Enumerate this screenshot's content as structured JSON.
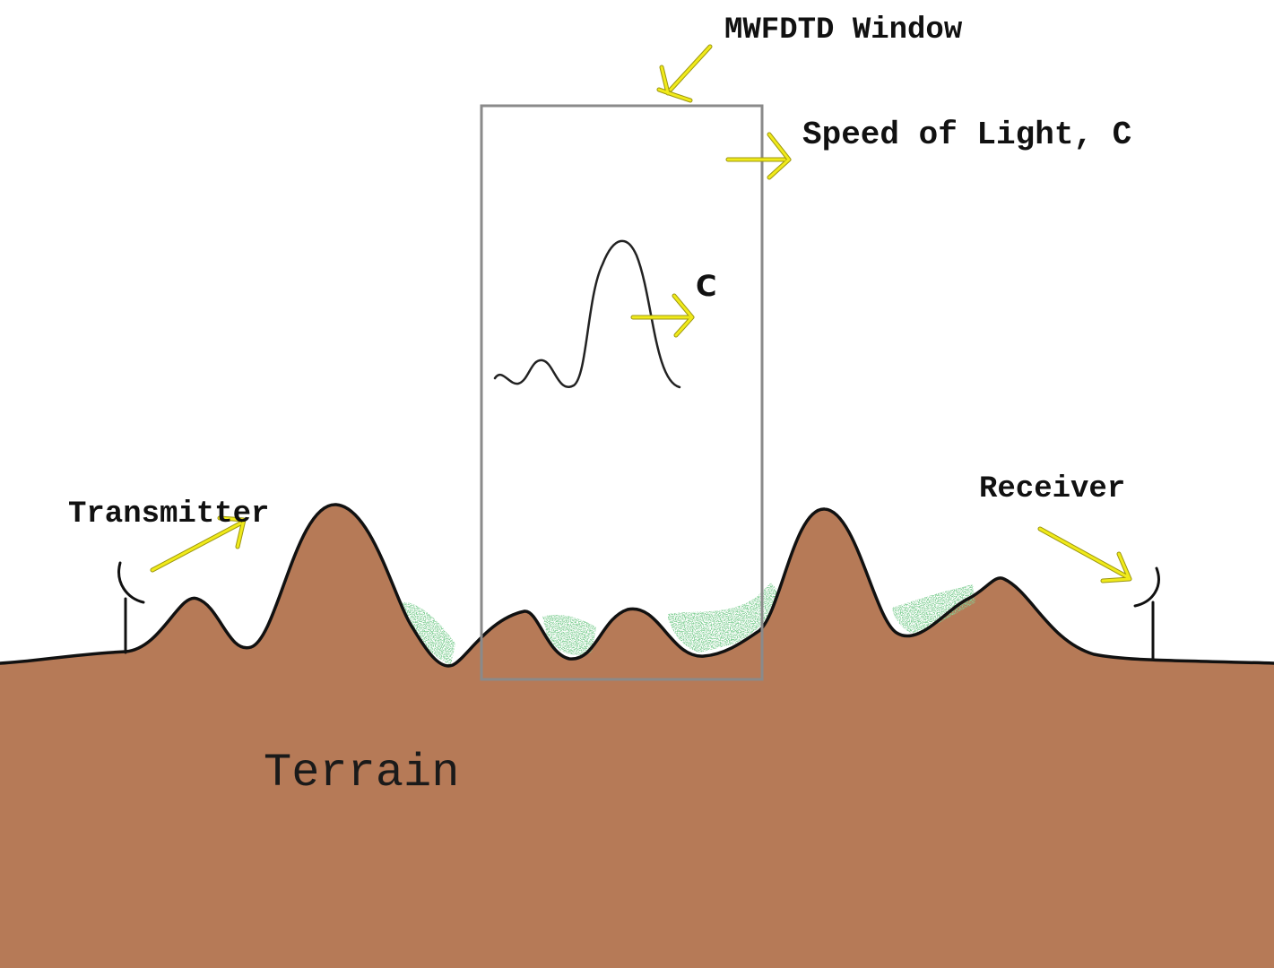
{
  "labels": {
    "window": "MWFDTD Window",
    "speed": "Speed of Light, C",
    "pulse_c": "C",
    "transmitter": "Transmitter",
    "receiver": "Receiver",
    "terrain": "Terrain"
  },
  "colors": {
    "terrain_fill": "#b67a57",
    "terrain_outline": "#111111",
    "window_border": "#8a8a8a",
    "arrow": "#f0ea1a",
    "arrow_outline": "#9c9610",
    "vegetation": "#3aa14f",
    "antenna": "#111111"
  }
}
